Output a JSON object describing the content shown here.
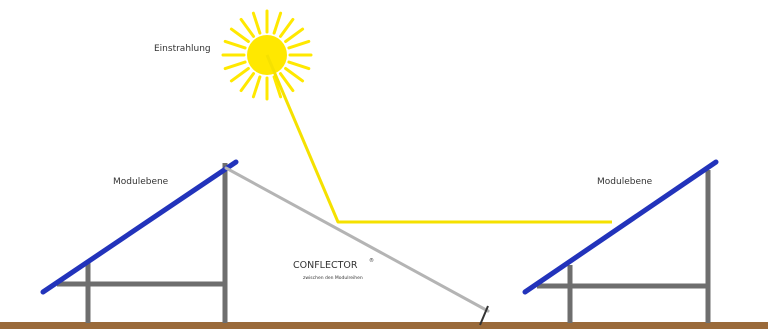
{
  "labels": {
    "irradiation": "Einstrahlung",
    "module_plane_left": "Modulebene",
    "module_plane_right": "Modulebene",
    "conflector": "CONFLECTOR",
    "conflector_mark": "®",
    "conflector_sub": "zwischen den Modulreihen"
  },
  "colors": {
    "ground": "#9a6a3a",
    "module": "#2233bb",
    "frame": "#6e6e6e",
    "reflector": "#b4b4b4",
    "sun": "#ffe800",
    "light_ray": "#f5e100",
    "text": "#333333"
  }
}
